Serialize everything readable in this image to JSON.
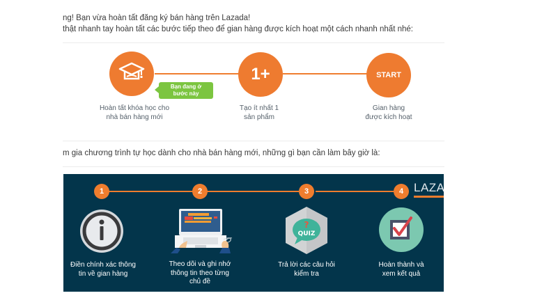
{
  "intro": {
    "line1": "ng! Bạn vừa hoàn tất đăng ký bán hàng trên Lazada!",
    "line2": "thật nhanh tay hoàn tất các bước tiếp theo để gian hàng được kích hoạt một cách nhanh nhất nhé:"
  },
  "progress_steps": [
    {
      "icon": "graduation-cap-icon",
      "caption_line1": "Hoàn tất khóa học cho",
      "caption_line2": "nhà bán hàng mới"
    },
    {
      "icon_text": "1+",
      "caption_line1": "Tạo ít nhất 1",
      "caption_line2": "sản phẩm"
    },
    {
      "icon_text": "START",
      "caption_line1": "Gian hàng",
      "caption_line2": "được kích hoạt"
    }
  ],
  "current_step_badge": {
    "line1": "Bạn đang ở",
    "line2": "bước này"
  },
  "program_intro": "m gia chương trình tự học dành cho nhà bán hàng mới, những gì bạn cần làm bây giờ là:",
  "banner": {
    "brand": "LAZA",
    "steps": [
      {
        "number": "1",
        "icon": "info-icon",
        "caption_lines": [
          "Điền chính xác thông",
          "tin về gian hàng"
        ]
      },
      {
        "number": "2",
        "icon": "laptop-icon",
        "caption_lines": [
          "Theo dõi và ghi nhớ",
          "thông tin theo từng",
          "chủ đề"
        ]
      },
      {
        "number": "3",
        "icon": "quiz-icon",
        "icon_text": "QUIZ",
        "icon_mark": "?",
        "caption_lines": [
          "Trả lời các câu hỏi",
          "kiểm tra"
        ]
      },
      {
        "number": "4",
        "icon": "checkbox-icon",
        "caption_lines": [
          "Hoàn thành và",
          "xem kết quả"
        ]
      }
    ]
  },
  "colors": {
    "accent_orange": "#ee7b30",
    "badge_green": "#7cc540",
    "banner_navy": "#03354b",
    "quiz_teal": "#3fb39a",
    "check_circle": "#7cc8b0"
  }
}
